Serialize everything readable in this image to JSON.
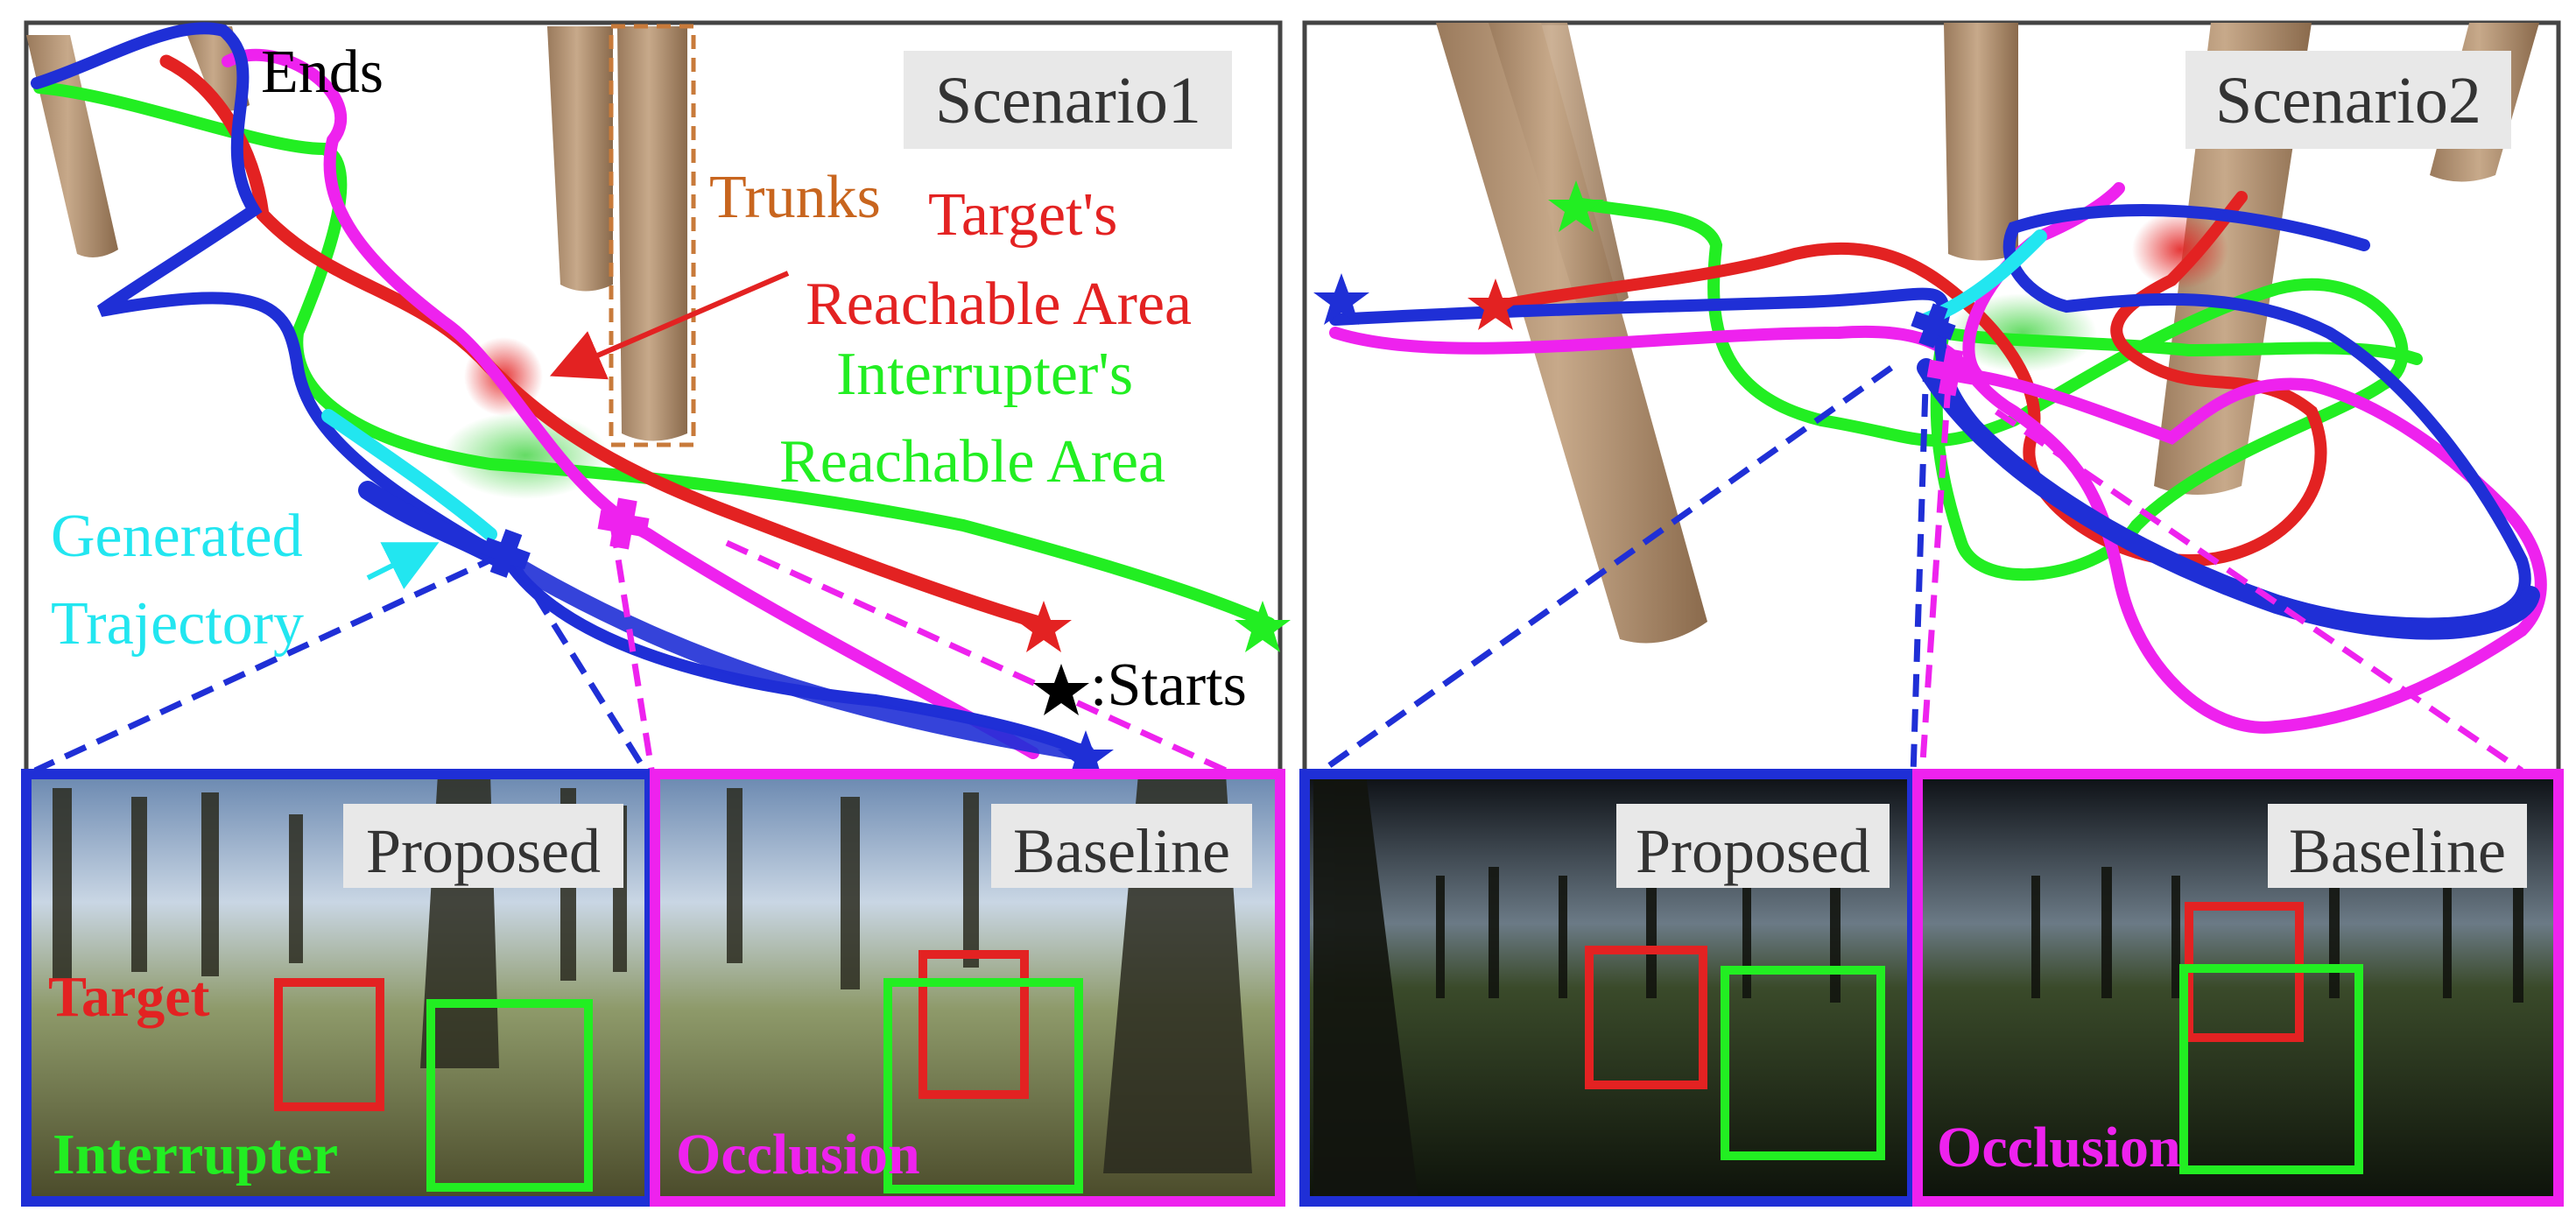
{
  "scenario1": {
    "title": "Scenario1",
    "ends_label": "Ends",
    "trunks_label": "Trunks",
    "target_area_line1": "Target's",
    "target_area_line2": "Reachable Area",
    "interrupter_area_line1": "Interrupter's",
    "interrupter_area_line2": "Reachable Area",
    "generated_line1": "Generated",
    "generated_line2": "Trajectory",
    "starts_label": ":Starts",
    "panel_proposed": {
      "label": "Proposed",
      "target_tag": "Target",
      "interrupter_tag": "Interrupter"
    },
    "panel_baseline": {
      "label": "Baseline",
      "occlusion_tag": "Occlusion"
    }
  },
  "scenario2": {
    "title": "Scenario2",
    "panel_proposed": {
      "label": "Proposed"
    },
    "panel_baseline": {
      "label": "Baseline",
      "occlusion_tag": "Occlusion"
    }
  },
  "colors": {
    "target": "#e32222",
    "interrupter": "#22ee22",
    "proposed": "#1f2fd6",
    "baseline": "#ee22ee",
    "generated": "#22e6f0",
    "trunk": "#b8997a",
    "trunk_highlight": "#c87a3a"
  }
}
